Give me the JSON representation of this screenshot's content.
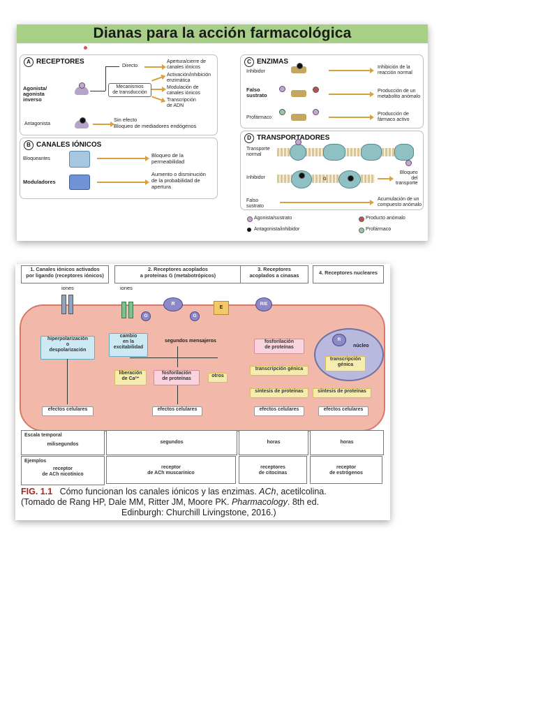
{
  "fig1": {
    "title": "Dianas para la acción farmacológica",
    "receptores": {
      "letter": "A",
      "title": "RECEPTORES",
      "agonista": "Agonista/\nagonista\ninverso",
      "directo": "Directo",
      "mecanismos": "Mecanismos\nde transducción",
      "out1": "Apertura/cierre de\ncanales iónicos",
      "out2": "Activación/inhibición\nenzimática",
      "out3": "Modulación de\ncanales iónicos",
      "out4": "Transcripción\nde ADN",
      "antagonista": "Antagonista",
      "sin_efecto": "Sin efecto\nBloqueo de mediadores endógenos"
    },
    "canales": {
      "letter": "B",
      "title": "CANALES IÓNICOS",
      "bloqueantes": "Bloqueantes",
      "bloq_out": "Bloqueo de la\npermeabilidad",
      "moduladores": "Moduladores",
      "mod_out": "Aumento o disminución\nde la probabilidad de\napertura"
    },
    "enzimas": {
      "letter": "C",
      "title": "ENZIMAS",
      "inhibidor": "Inhibidor",
      "inh_out": "Inhibición de la\nreacción normal",
      "falso": "Falso\nsustrato",
      "falso_out": "Producción de un\nmetabolito anómalo",
      "profarmaco": "Profármaco",
      "prof_out": "Producción de\nfármaco activo"
    },
    "transportadores": {
      "letter": "D",
      "title": "TRANSPORTADORES",
      "normal": "Transporte\nnormal",
      "inhibidor": "Inhibidor",
      "o": "o",
      "bloqueo": "Bloqueo\ndel\ntransporte",
      "falso": "Falso\nsustrato",
      "acumulacion": "Acumulación de un\ncompuesto anómalo"
    },
    "legend": [
      {
        "label": "Agonista/sustrato",
        "color": "#c9a3d8"
      },
      {
        "label": "Producto anómalo",
        "color": "#c0504d"
      },
      {
        "label": "Antagonista/inhibidor",
        "color": "#111111"
      },
      {
        "label": "Profármaco",
        "color": "#93c9a0"
      }
    ]
  },
  "fig2": {
    "headers": [
      "1. Canales iónicos activados\npor ligando (receptores iónicos)",
      "2. Receptores acoplados\na proteínas G (metabotrópicos)",
      "3. Receptores\nacoplados a cinasas",
      "4. Receptores nucleares"
    ],
    "iones1": "iones",
    "iones2": "iones",
    "R": "R",
    "E": "E",
    "RE": "R/E",
    "G": "G",
    "hiperpol": "hiperpolarización\no\ndespolarización",
    "cambio": "cambio\nen la\nexcitabilidad",
    "segundos": "segundos mensajeros",
    "liberacion": "liberación\nde Ca²⁺",
    "fosfo": "fosforilación\nde proteínas",
    "otros": "otros",
    "fosfo3": "fosforilación\nde proteínas",
    "transcripcion3": "transcripción génica",
    "sintesis3": "síntesis de proteínas",
    "nucleo": "núcleo",
    "transcripcion4": "transcripción\ngénica",
    "sintesis4": "síntesis de proteínas",
    "efectos1": "efectos celulares",
    "efectos2": "efectos celulares",
    "efectos3": "efectos celulares",
    "efectos4": "efectos celulares",
    "escala_label": "Escala temporal",
    "escala": [
      "milisegundos",
      "segundos",
      "horas",
      "horas"
    ],
    "ejemplos_label": "Ejemplos",
    "ejemplos": [
      "receptor\nde ACh nicotínico",
      "receptor\nde ACh muscarínico",
      "receptores\nde citocinas",
      "receptor\nde estrógenos"
    ],
    "caption_fig": "FIG. 1.1",
    "caption_text": "Cómo funcionan los canales iónicos y las enzimas. ",
    "caption_ach": "ACh",
    "caption_ach_def": ", acetilcolina.",
    "caption_source1": "(Tomado de Rang HP, Dale MM, Ritter JM, Moore PK. ",
    "caption_pharm": "Pharmacology",
    "caption_source2": ". 8th ed.",
    "caption_source3": "Edinburgh: Churchill Livingstone, 2016.)"
  }
}
